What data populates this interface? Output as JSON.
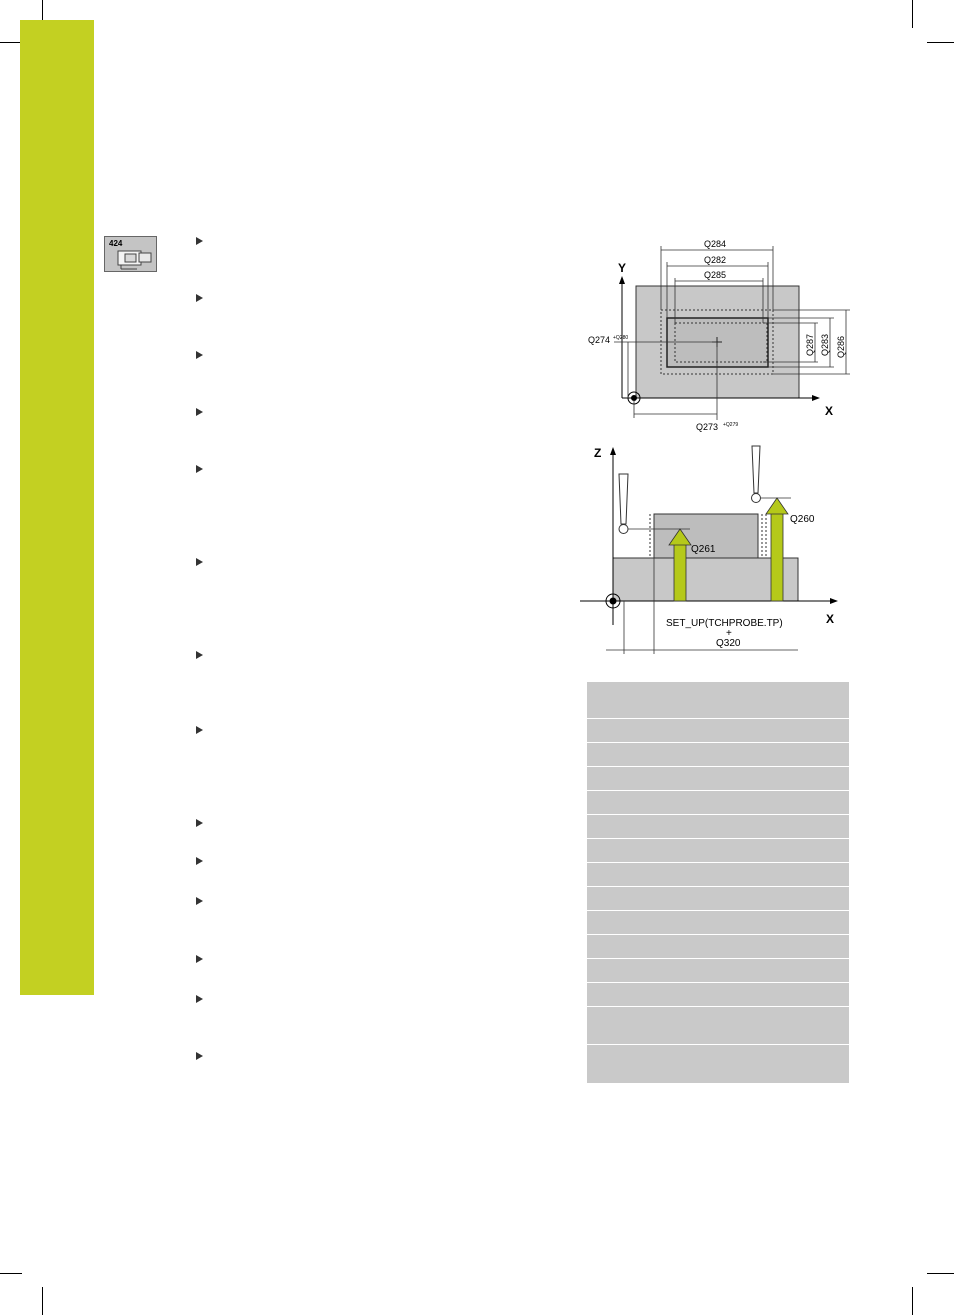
{
  "sidebar": {
    "color": "#c3d022"
  },
  "cycle_icon": {
    "number": "424",
    "name": "cycle-424-icon"
  },
  "figure_top": {
    "axis_x": "X",
    "axis_y": "Y",
    "labels": {
      "q284": "Q284",
      "q282": "Q282",
      "q285": "Q285",
      "q274": "Q274",
      "q274_sup": "+Q280",
      "q273": "Q273",
      "q273_sup": "+Q279",
      "q287": "Q287",
      "q283": "Q283",
      "q286": "Q286"
    }
  },
  "figure_bottom": {
    "axis_x": "X",
    "axis_z": "Z",
    "labels": {
      "q260": "Q260",
      "q261": "Q261",
      "setup": "SET_UP(TCHPROBE.TP)",
      "plus": "+",
      "q320": "Q320"
    },
    "arrow_color": "#b5c91a"
  },
  "parameter_table": {
    "row_count": 15,
    "background": "#c9c9c9"
  }
}
